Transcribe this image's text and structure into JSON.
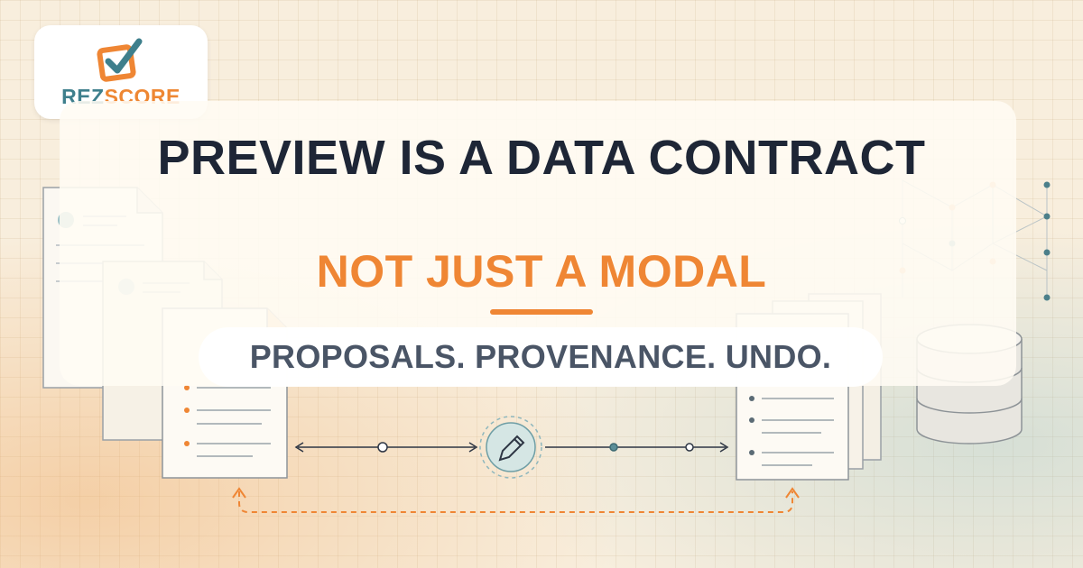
{
  "logo": {
    "part1": "REZ",
    "part2": "SCORE",
    "icon": "checkbox-checkmark-icon"
  },
  "headline": {
    "title": "PREVIEW IS A DATA CONTRACT",
    "subtitle": "NOT JUST A MODAL",
    "tagline": "PROPOSALS. PROVENANCE. UNDO."
  },
  "colors": {
    "navy": "#1e2636",
    "orange": "#ef8634",
    "teal": "#3e7f8c",
    "slate": "#4a5566",
    "paper": "#f8eedd"
  },
  "illustration": {
    "left": "document-stack-icon",
    "center": "pencil-edit-icon",
    "right": "document-stack-icon",
    "database": "database-icon"
  }
}
